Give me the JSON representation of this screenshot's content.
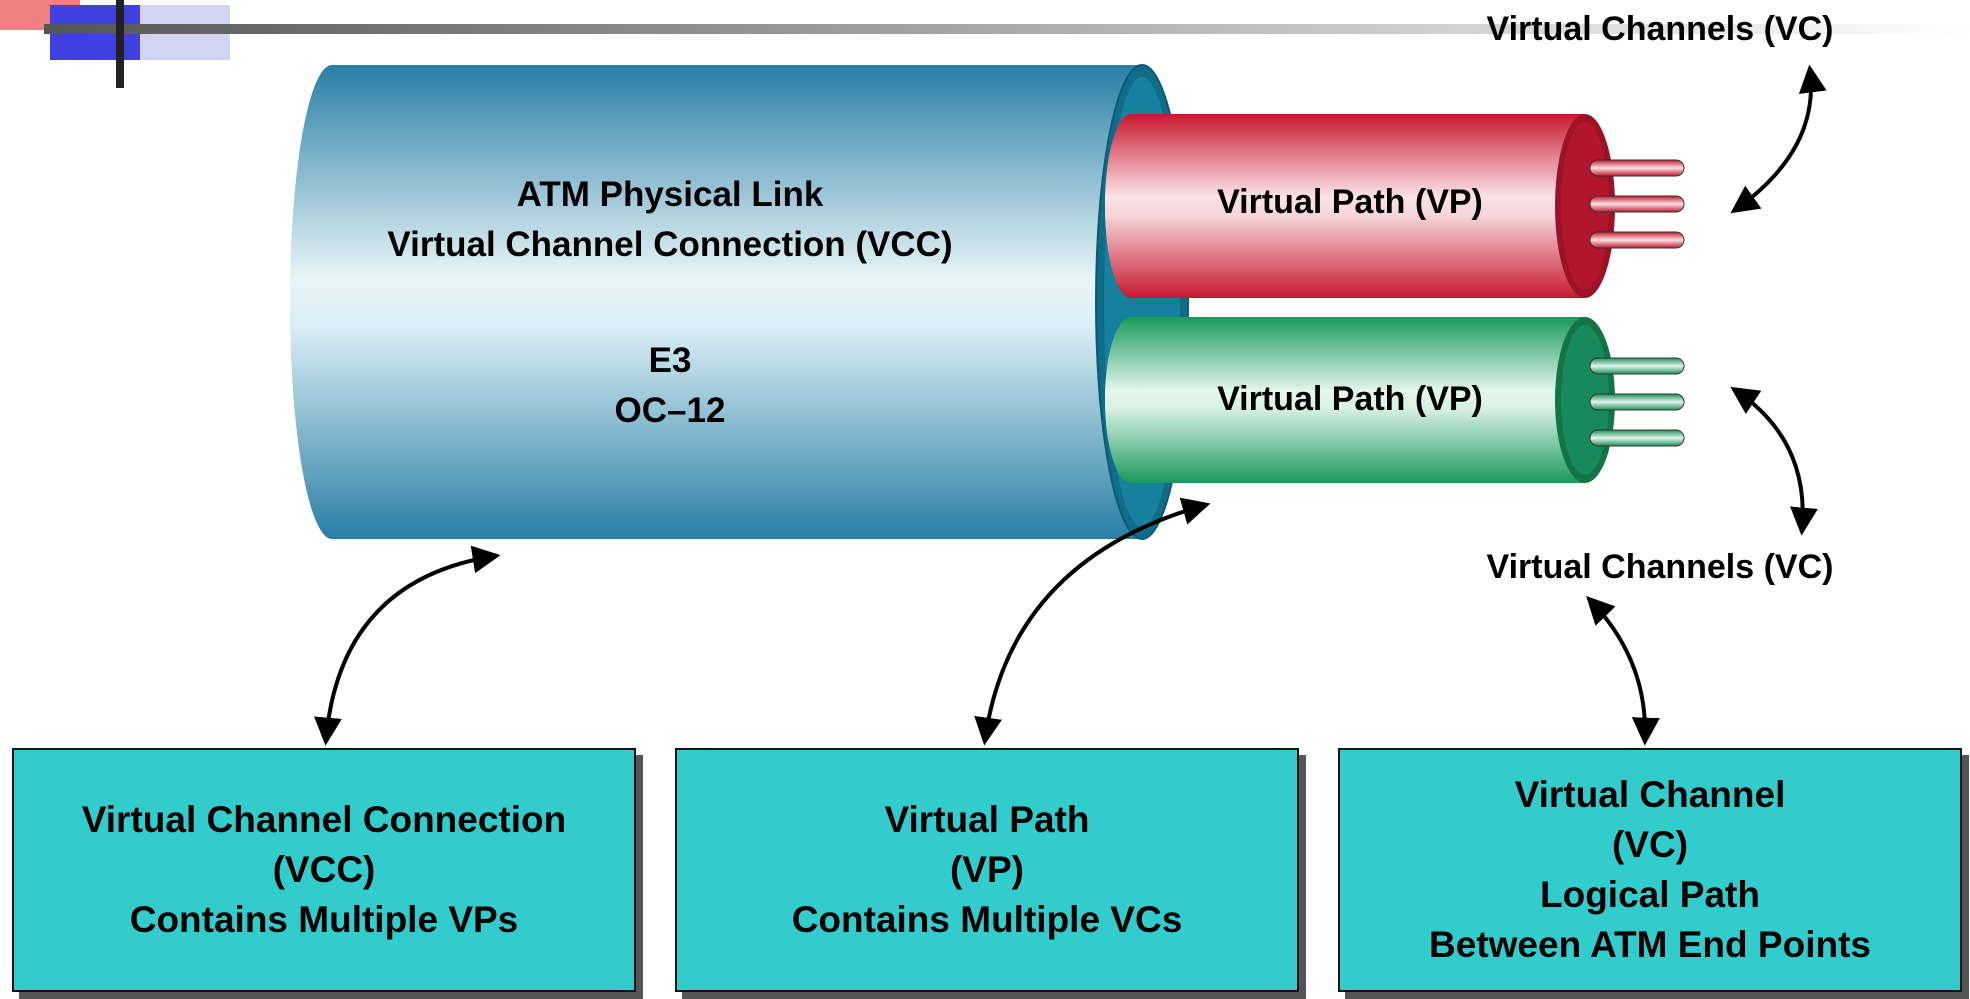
{
  "physical_link": {
    "title": "ATM Physical Link",
    "subtitle": "Virtual Channel Connection (VCC)",
    "rate_1": "E3",
    "rate_2": "OC–12"
  },
  "virtual_paths": {
    "top_label": "Virtual Path (VP)",
    "bottom_label": "Virtual Path (VP)"
  },
  "virtual_channels": {
    "top_label": "Virtual Channels (VC)",
    "bottom_label": "Virtual Channels (VC)"
  },
  "boxes": [
    {
      "line1": "Virtual Channel Connection",
      "line2": "(VCC)",
      "line3": "Contains Multiple VPs"
    },
    {
      "line1": "Virtual Path",
      "line2": "(VP)",
      "line3": "Contains Multiple VCs"
    },
    {
      "line1": "Virtual Channel",
      "line2": "(VC)",
      "line3": "Logical Path",
      "line4": "Between ATM End Points"
    }
  ],
  "colors": {
    "physical_link": "#2e86ab",
    "vp_top": "#cc1f3b",
    "vp_bottom": "#1f9e62",
    "box_fill": "#33cccc",
    "corner_blue": "#2f2fd8",
    "corner_red": "#e83030"
  }
}
